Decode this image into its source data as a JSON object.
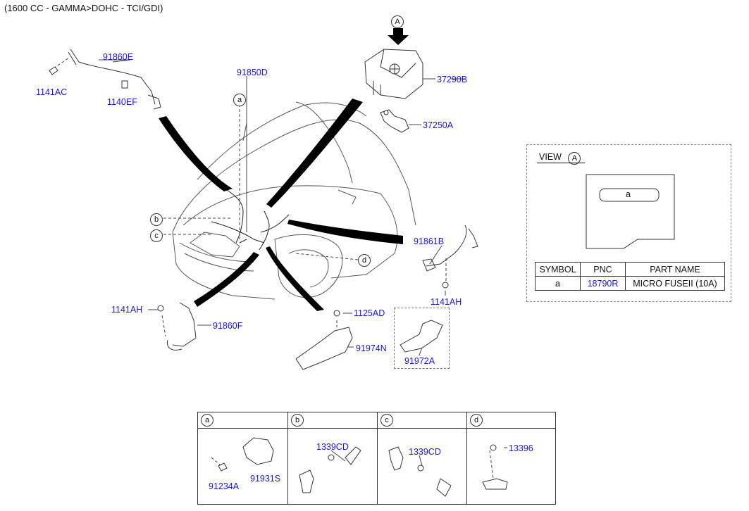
{
  "header": {
    "title": "(1600 CC - GAMMA>DOHC - TCI/GDI)"
  },
  "parts": {
    "p91860E": "91860E",
    "p1141AC": "1141AC",
    "p1140EF": "1140EF",
    "p91850D": "91850D",
    "p37290B": "37290B",
    "p37250A": "37250A",
    "p91861B": "91861B",
    "p1141AH_r": "1141AH",
    "p1141AH_l": "1141AH",
    "p91860F": "91860F",
    "p1125AD": "1125AD",
    "p91974N": "91974N",
    "p91972A": "91972A"
  },
  "callouts": {
    "a": "a",
    "b": "b",
    "c": "c",
    "d": "d",
    "A": "A"
  },
  "view": {
    "title": "VIEW",
    "marker": "A",
    "fuse_slot_label": "a",
    "table": {
      "headers": [
        "SYMBOL",
        "PNC",
        "PART NAME"
      ],
      "rows": [
        {
          "symbol": "a",
          "pnc": "18790R",
          "part_name": "MICRO FUSEII (10A)"
        }
      ]
    }
  },
  "details": [
    {
      "key": "a",
      "parts": [
        "91234A",
        "91931S"
      ]
    },
    {
      "key": "b",
      "parts": [
        "1339CD"
      ]
    },
    {
      "key": "c",
      "parts": [
        "1339CD"
      ]
    },
    {
      "key": "d",
      "parts": [
        "13396"
      ]
    }
  ],
  "colors": {
    "part_number": "#1a1acc",
    "line": "#333333"
  }
}
